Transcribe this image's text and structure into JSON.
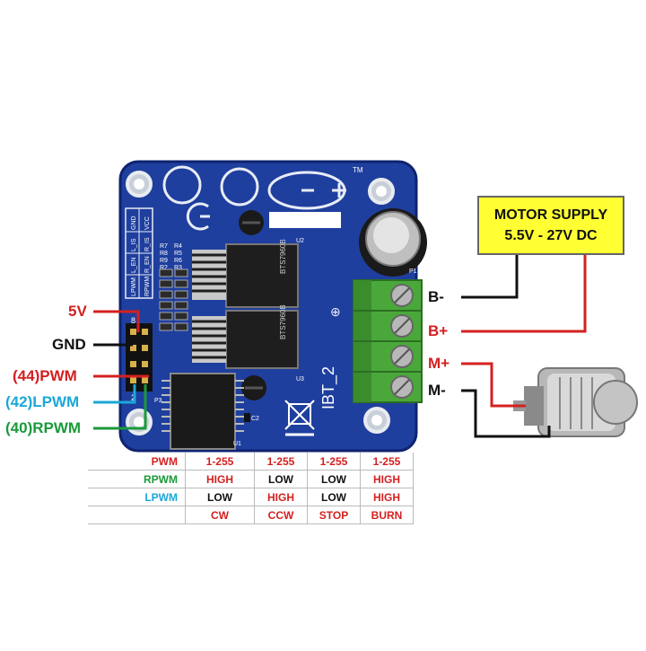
{
  "left_labels": {
    "v5": "5V",
    "gnd": "GND",
    "pwm": "(44)PWM",
    "lpwm": "(42)LPWM",
    "rpwm": "(40)RPWM"
  },
  "right_labels": {
    "b_minus": "B-",
    "b_plus": "B+",
    "m_plus": "M+",
    "m_minus": "M-"
  },
  "supply": {
    "line1": "MOTOR SUPPLY",
    "line2": "5.5V - 27V DC"
  },
  "board": {
    "model": "IBT_2",
    "header_pins": [
      "VCC",
      "R_IS",
      "R_EN",
      "RPWM",
      "GND",
      "L_IS",
      "L_EN",
      "LPWM"
    ],
    "resistor_labels": [
      "R7",
      "R4",
      "R8",
      "R5",
      "R9",
      "R6",
      "R2",
      "R3"
    ],
    "chip_text": "BTS7960B",
    "pin_label_8": "8",
    "pin_label_2": "2",
    "ref_u2": "U2",
    "ref_u3": "U3",
    "ref_u1": "U1",
    "ref_p3": "P3",
    "ref_p1": "P1",
    "ref_c2": "C2",
    "tm": "TM"
  },
  "truth_table": {
    "rows": [
      {
        "name": "PWM",
        "cells": [
          "1-255",
          "1-255",
          "1-255",
          "1-255"
        ]
      },
      {
        "name": "RPWM",
        "cells": [
          "HIGH",
          "LOW",
          "LOW",
          "HIGH"
        ]
      },
      {
        "name": "LPWM",
        "cells": [
          "LOW",
          "HIGH",
          "LOW",
          "HIGH"
        ]
      },
      {
        "name": "",
        "cells": [
          "CW",
          "CCW",
          "STOP",
          "BURN"
        ]
      }
    ]
  },
  "colors": {
    "red": "#d42020",
    "black": "#111111",
    "cyan": "#1aa8d8",
    "green": "#1a9a3a",
    "board_blue": "#1f3f9e",
    "terminal_green": "#4aa83a",
    "supply_yellow": "#ffff33"
  }
}
